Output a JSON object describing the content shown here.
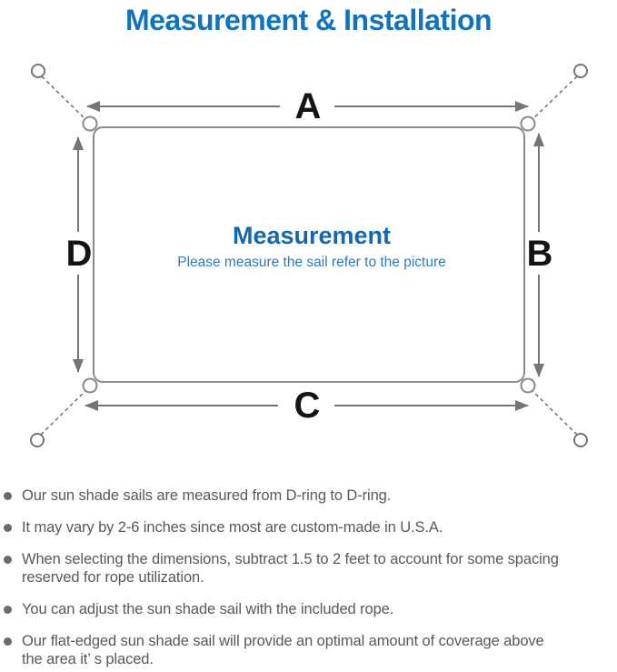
{
  "title": "Measurement & Installation",
  "diagram": {
    "heading": "Measurement",
    "subheading": "Please measure the sail refer to the picture",
    "labels": {
      "top": "A",
      "right": "B",
      "bottom": "C",
      "left": "D"
    }
  },
  "notes": [
    "Our sun shade sails are measured from D-ring to D-ring.",
    "It may vary by 2-6 inches since most are custom-made in U.S.A.",
    "When selecting the dimensions, subtract 1.5 to 2 feet to account for some spacing\nreserved for rope utilization.",
    "You can adjust the sun shade sail with the included rope.",
    "Our flat-edged sun shade sail will provide an optimal amount of coverage above\nthe area it’ s placed."
  ],
  "colors": {
    "title_blue": "#1273BC",
    "heading_blue": "#1467AC",
    "subtitle_blue": "#2E7CBA",
    "line_gray": "#757575",
    "label_black": "#141414",
    "note_gray": "#595959"
  }
}
